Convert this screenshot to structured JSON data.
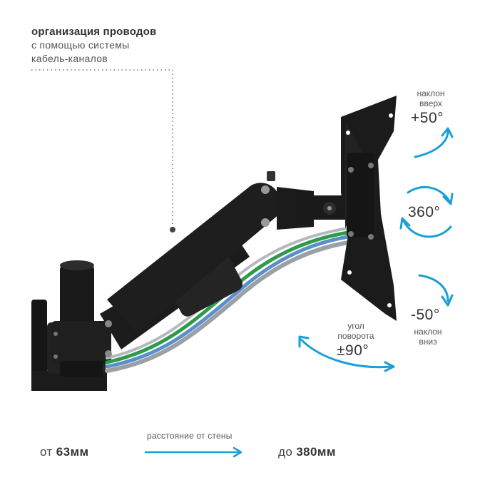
{
  "cable_management": {
    "title": "организация проводов",
    "line1": "с помощью системы",
    "line2": "кабель-каналов"
  },
  "tilt_up": {
    "label_line1": "наклон",
    "label_line2": "вверх",
    "value": "+50°"
  },
  "rotation": {
    "value": "360°"
  },
  "tilt_down": {
    "value": "-50°",
    "label_line1": "наклон",
    "label_line2": "вниз"
  },
  "swivel": {
    "label_line1": "угол",
    "label_line2": "поворота",
    "value": "±90°"
  },
  "distance": {
    "min_prefix": "от",
    "min_value": "63мм",
    "label": "расстояние от стены",
    "max_prefix": "до",
    "max_value": "380мм"
  },
  "colors": {
    "accent": "#1a9fd6",
    "text": "#3a3a3a",
    "product": "#1c1c1c",
    "cable_green": "#2e9a4a",
    "cable_blue": "#5a8fc8",
    "cable_gray": "#9aa0a6"
  },
  "icons": {
    "tilt_up": "curved-arrow-up-icon",
    "rotation": "circular-arrows-icon",
    "tilt_down": "curved-arrow-down-icon",
    "swivel": "curved-double-arrow-icon",
    "distance": "arrow-right-icon"
  }
}
